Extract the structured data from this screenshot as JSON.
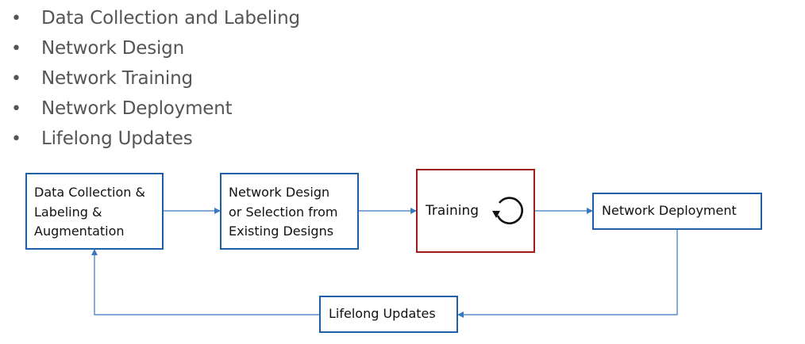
{
  "bullets": [
    "Data Collection and Labeling",
    "Network Design",
    "Network Training",
    "Network Deployment",
    "Lifelong Updates"
  ],
  "bullet_symbol": "•",
  "diagram": {
    "boxes": {
      "data_collection": [
        "Data Collection &",
        "Labeling &",
        "Augmentation"
      ],
      "network_design": [
        "Network Design",
        "or Selection from",
        "Existing Designs"
      ],
      "training": "Training",
      "deployment": "Network Deployment",
      "lifelong": "Lifelong Updates"
    },
    "icons": {
      "training_loop": "counterclockwise-loop-arrow-icon"
    },
    "colors": {
      "box_border": "#1f5fa8",
      "training_border": "#9a1c1c",
      "connector": "#3a78c0",
      "bullet_text": "#555555"
    }
  }
}
